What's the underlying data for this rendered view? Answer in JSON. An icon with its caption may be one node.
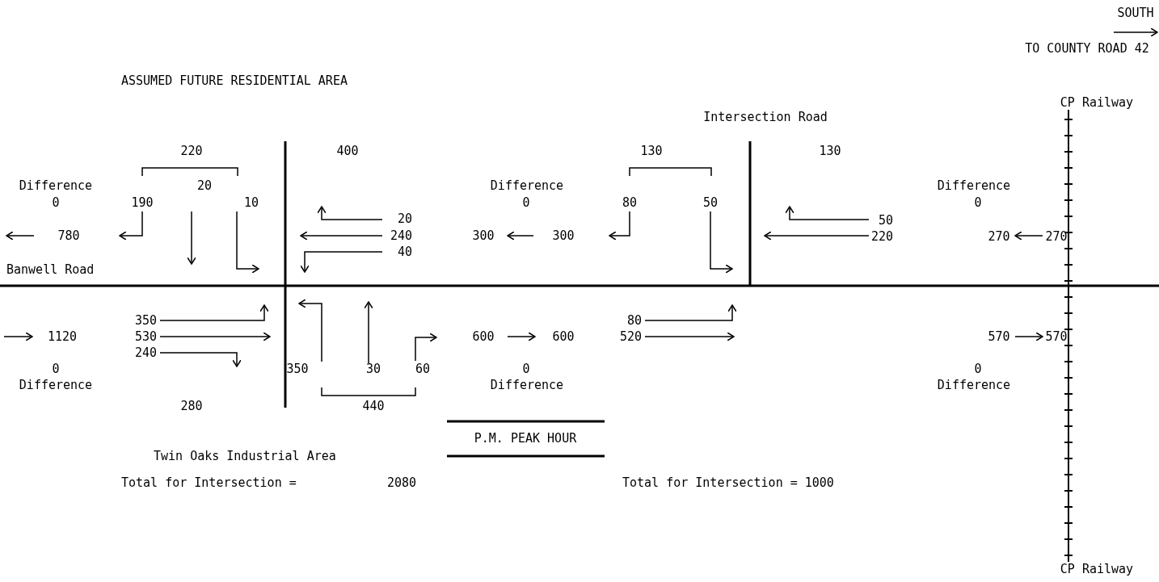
{
  "diagram": {
    "labels": [
      "SOUTH",
      "TO COUNTY ROAD 42",
      "ASSUMED FUTURE RESIDENTIAL AREA",
      "CP Railway",
      "Intersection Road",
      "220",
      "400",
      "130",
      "130",
      "Difference",
      "20",
      "Difference",
      "Difference",
      "0",
      "190",
      "10",
      "0",
      "80",
      "50",
      "0",
      "20",
      "50",
      "780",
      "240",
      "300",
      "300",
      "220",
      "270",
      "270",
      "40",
      "Banwell Road",
      "350",
      "1120",
      "530",
      "600",
      "600",
      "80",
      "520",
      "570",
      "570",
      "240",
      "0",
      "350",
      "30",
      "60",
      "0",
      "0",
      "Difference",
      "Difference",
      "Difference",
      "280",
      "440",
      "P.M. PEAK HOUR",
      "Twin Oaks Industrial Area",
      "Total for Intersection =",
      "2080",
      "Total for Intersection = 1000",
      "CP Railway"
    ]
  }
}
